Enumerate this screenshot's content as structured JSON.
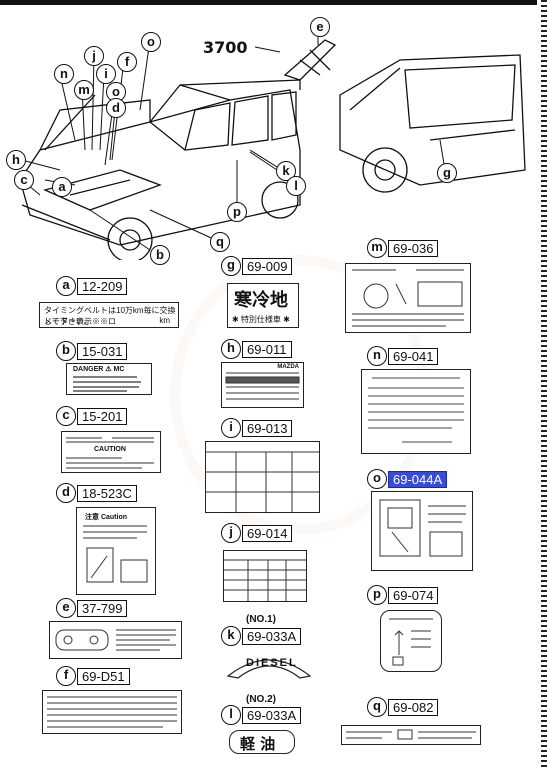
{
  "page": {
    "part_ref": "3700"
  },
  "callouts": [
    "a",
    "b",
    "c",
    "d",
    "e",
    "f",
    "g",
    "h",
    "i",
    "j",
    "k",
    "l",
    "m",
    "n",
    "o",
    "p",
    "q"
  ],
  "labels": [
    {
      "letter": "a",
      "code": "12-209"
    },
    {
      "letter": "b",
      "code": "15-031"
    },
    {
      "letter": "c",
      "code": "15-201"
    },
    {
      "letter": "d",
      "code": "18-523C"
    },
    {
      "letter": "e",
      "code": "37-799"
    },
    {
      "letter": "f",
      "code": "69-D51"
    },
    {
      "letter": "g",
      "code": "69-009"
    },
    {
      "letter": "h",
      "code": "69-011"
    },
    {
      "letter": "i",
      "code": "69-013"
    },
    {
      "letter": "j",
      "code": "69-014"
    },
    {
      "letter": "k",
      "code": "69-033A",
      "note": "(NO.1)"
    },
    {
      "letter": "l",
      "code": "69-033A",
      "note": "(NO.2)"
    },
    {
      "letter": "m",
      "code": "69-036"
    },
    {
      "letter": "n",
      "code": "69-041"
    },
    {
      "letter": "o",
      "code": "69-044A",
      "highlighted": true
    },
    {
      "letter": "p",
      "code": "69-074"
    },
    {
      "letter": "q",
      "code": "69-082"
    }
  ],
  "plate_text": {
    "a_line1": "タイミングベルトは10万km毎に交換して下さい。",
    "a_line2": "メーター表示※※ロ",
    "a_mark": "km",
    "b_title": "DANGER  ⚠  MC",
    "c_title": "CAUTION",
    "d_title": "注意 Caution",
    "g_big": "寒冷地",
    "g_small": "✱ 特別仕様車 ✱",
    "h_brand": "MAZDA",
    "k_text": "DIESEL",
    "l_text": "軽 油"
  },
  "colors": {
    "highlight": "#3a4bd6"
  }
}
